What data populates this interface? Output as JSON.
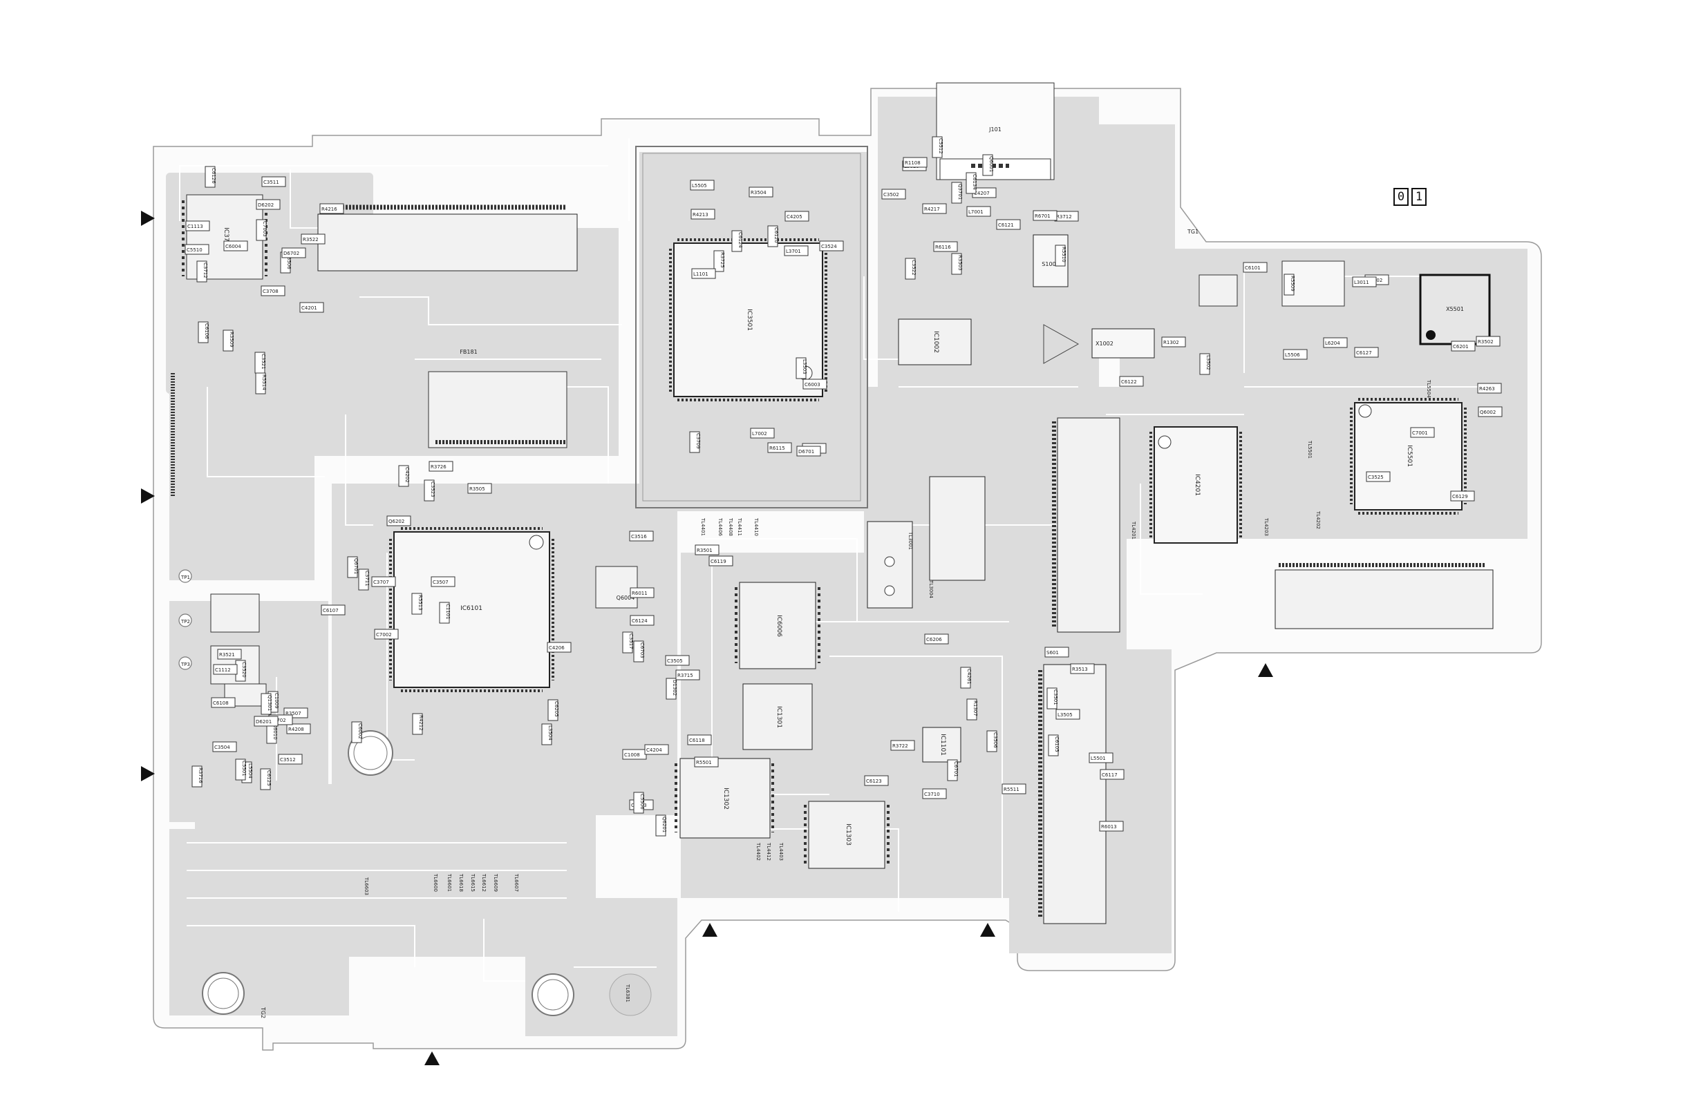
{
  "sheet": {
    "digits": [
      "0",
      "1"
    ]
  },
  "ics": [
    {
      "id": "IC3701",
      "ref": "IC3701"
    },
    {
      "id": "IC3501",
      "ref": "IC3501"
    },
    {
      "id": "IC6101",
      "ref": "IC6101"
    },
    {
      "id": "IC1002",
      "ref": "IC1002"
    },
    {
      "id": "IC4201",
      "ref": "IC4201"
    },
    {
      "id": "IC5501",
      "ref": "IC5501"
    },
    {
      "id": "IC6006",
      "ref": "IC6006"
    },
    {
      "id": "IC1301",
      "ref": "IC1301"
    },
    {
      "id": "IC1302",
      "ref": "IC1302"
    },
    {
      "id": "IC1303",
      "ref": "IC1303"
    },
    {
      "id": "IC1101",
      "ref": "IC1101"
    }
  ],
  "connectors": [
    {
      "id": "J101",
      "ref": "J101"
    },
    {
      "id": "X1002",
      "ref": "X1002"
    },
    {
      "id": "X5501",
      "ref": "X5501"
    },
    {
      "id": "FB181",
      "ref": "FB181"
    },
    {
      "id": "S1001",
      "ref": "S1001"
    },
    {
      "id": "Q6004",
      "ref": "Q6004"
    }
  ],
  "components": [
    {
      "ref": "C3708"
    },
    {
      "ref": "C3707"
    },
    {
      "ref": "C3709"
    },
    {
      "ref": "Q3701"
    },
    {
      "ref": "Q3702"
    },
    {
      "ref": "C3710"
    },
    {
      "ref": "R3715"
    },
    {
      "ref": "R3716"
    },
    {
      "ref": "C3712"
    },
    {
      "ref": "C3711"
    },
    {
      "ref": "L3701"
    },
    {
      "ref": "R3712"
    },
    {
      "ref": "L6204"
    },
    {
      "ref": "L3505"
    },
    {
      "ref": "C3503"
    },
    {
      "ref": "R3507"
    },
    {
      "ref": "R3506"
    },
    {
      "ref": "R3505"
    },
    {
      "ref": "R3504"
    },
    {
      "ref": "R3503"
    },
    {
      "ref": "R3502"
    },
    {
      "ref": "C3506"
    },
    {
      "ref": "C3505"
    },
    {
      "ref": "C3504"
    },
    {
      "ref": "R3509"
    },
    {
      "ref": "L3504"
    },
    {
      "ref": "L3503"
    },
    {
      "ref": "C3502"
    },
    {
      "ref": "L3502"
    },
    {
      "ref": "C3501"
    },
    {
      "ref": "C3517"
    },
    {
      "ref": "C3520"
    },
    {
      "ref": "C3521"
    },
    {
      "ref": "C3523"
    },
    {
      "ref": "C3524"
    },
    {
      "ref": "C3522"
    },
    {
      "ref": "C3525"
    },
    {
      "ref": "R3513"
    },
    {
      "ref": "C3516"
    },
    {
      "ref": "C3512"
    },
    {
      "ref": "C3511"
    },
    {
      "ref": "R3726"
    },
    {
      "ref": "R3725"
    },
    {
      "ref": "L3010"
    },
    {
      "ref": "L3011"
    },
    {
      "ref": "R3722"
    },
    {
      "ref": "C1008"
    },
    {
      "ref": "C1009"
    },
    {
      "ref": "C4201"
    },
    {
      "ref": "C4202"
    },
    {
      "ref": "L5505"
    },
    {
      "ref": "C5512"
    },
    {
      "ref": "L5506"
    },
    {
      "ref": "L5501"
    },
    {
      "ref": "C5506"
    },
    {
      "ref": "L5504"
    },
    {
      "ref": "R5514"
    },
    {
      "ref": "R5513"
    },
    {
      "ref": "R5512"
    },
    {
      "ref": "R5510"
    },
    {
      "ref": "R5509"
    },
    {
      "ref": "R5511"
    },
    {
      "ref": "R5501"
    },
    {
      "ref": "C5501"
    },
    {
      "ref": "C5510"
    },
    {
      "ref": "C4206"
    },
    {
      "ref": "C4205"
    },
    {
      "ref": "C4207"
    },
    {
      "ref": "R4263"
    },
    {
      "ref": "C4261"
    },
    {
      "ref": "C4204"
    },
    {
      "ref": "R4208"
    },
    {
      "ref": "R4216"
    },
    {
      "ref": "R4212"
    },
    {
      "ref": "R4213"
    },
    {
      "ref": "R4217"
    },
    {
      "ref": "C6101"
    },
    {
      "ref": "C6105"
    },
    {
      "ref": "C6119"
    },
    {
      "ref": "C6108"
    },
    {
      "ref": "C6106"
    },
    {
      "ref": "C6107"
    },
    {
      "ref": "C6124"
    },
    {
      "ref": "C6134"
    },
    {
      "ref": "C6129"
    },
    {
      "ref": "R6013"
    },
    {
      "ref": "R6011"
    },
    {
      "ref": "R6010"
    },
    {
      "ref": "C6004"
    },
    {
      "ref": "C6002"
    },
    {
      "ref": "C6003"
    },
    {
      "ref": "Q6001"
    },
    {
      "ref": "Q6002"
    },
    {
      "ref": "C6701"
    },
    {
      "ref": "C6703"
    },
    {
      "ref": "C6702"
    },
    {
      "ref": "D6702"
    },
    {
      "ref": "Q6701"
    },
    {
      "ref": "D6701"
    },
    {
      "ref": "R6701"
    },
    {
      "ref": "C6201"
    },
    {
      "ref": "C6206"
    },
    {
      "ref": "Q6201"
    },
    {
      "ref": "D6201"
    },
    {
      "ref": "D6202"
    },
    {
      "ref": "Q6202"
    },
    {
      "ref": "C6120"
    },
    {
      "ref": "C6121"
    },
    {
      "ref": "C6122"
    },
    {
      "ref": "C6123"
    },
    {
      "ref": "C6124"
    },
    {
      "ref": "C6125"
    },
    {
      "ref": "C6126"
    },
    {
      "ref": "C6205"
    },
    {
      "ref": "R6115"
    },
    {
      "ref": "R6116"
    },
    {
      "ref": "C6127"
    },
    {
      "ref": "C6117"
    },
    {
      "ref": "C6118"
    },
    {
      "ref": "C1112"
    },
    {
      "ref": "C1113"
    },
    {
      "ref": "C1101"
    },
    {
      "ref": "L1101"
    },
    {
      "ref": "R1108"
    },
    {
      "ref": "R1302"
    },
    {
      "ref": "R1307"
    },
    {
      "ref": "D1302"
    },
    {
      "ref": "Q1301"
    },
    {
      "ref": "C7003"
    },
    {
      "ref": "C7002"
    },
    {
      "ref": "L7002"
    },
    {
      "ref": "L7001"
    },
    {
      "ref": "C7001"
    },
    {
      "ref": "S601"
    },
    {
      "ref": "R3501"
    },
    {
      "ref": "R3521"
    },
    {
      "ref": "R3522"
    },
    {
      "ref": "C3507"
    }
  ],
  "test_points": [
    {
      "ref": "TL6603"
    },
    {
      "ref": "TL6600"
    },
    {
      "ref": "TL6618"
    },
    {
      "ref": "TL6615"
    },
    {
      "ref": "TL6612"
    },
    {
      "ref": "TL6609"
    },
    {
      "ref": "TL6607"
    },
    {
      "ref": "TL6601"
    },
    {
      "ref": "TL6381"
    },
    {
      "ref": "TL4401"
    },
    {
      "ref": "TL4408"
    },
    {
      "ref": "TL4411"
    },
    {
      "ref": "TL4410"
    },
    {
      "ref": "TL4402"
    },
    {
      "ref": "TL4412"
    },
    {
      "ref": "TL5504"
    },
    {
      "ref": "TL5501"
    },
    {
      "ref": "TL4203"
    },
    {
      "ref": "TL4202"
    },
    {
      "ref": "TL4201"
    },
    {
      "ref": "TL3001"
    },
    {
      "ref": "TL3004"
    },
    {
      "ref": "TL4403"
    },
    {
      "ref": "TL4406"
    }
  ],
  "misc_labels": [
    {
      "ref": "TG1"
    },
    {
      "ref": "TG2"
    },
    {
      "ref": "TP1"
    },
    {
      "ref": "TP2"
    },
    {
      "ref": "TP3"
    }
  ]
}
